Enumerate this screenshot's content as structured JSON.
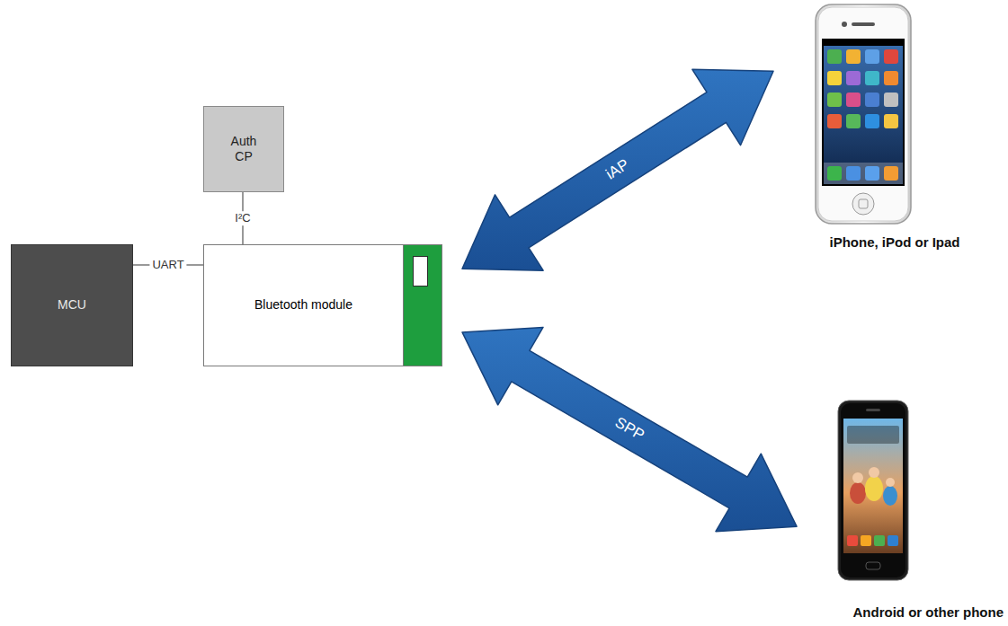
{
  "diagram": {
    "nodes": [
      {
        "text": [
          "Auth CP"
        ]
      },
      {
        "text": [
          "MCU"
        ]
      },
      {
        "text": [
          "Bluetooth module"
        ]
      },
      {
        "text": [
          "iPhone, iPod or Ipad"
        ]
      },
      {
        "text": [
          "Android or other phone"
        ]
      }
    ],
    "edges": [
      {
        "from": 1,
        "to": 2,
        "label": "UART",
        "arrow": "none"
      },
      {
        "from": 0,
        "to": 2,
        "label": "I²C",
        "arrow": "none"
      },
      {
        "from": 2,
        "to": 3,
        "label": "iAP",
        "arrow": "both"
      },
      {
        "from": 2,
        "to": 4,
        "label": "SPP",
        "arrow": "both"
      }
    ]
  }
}
